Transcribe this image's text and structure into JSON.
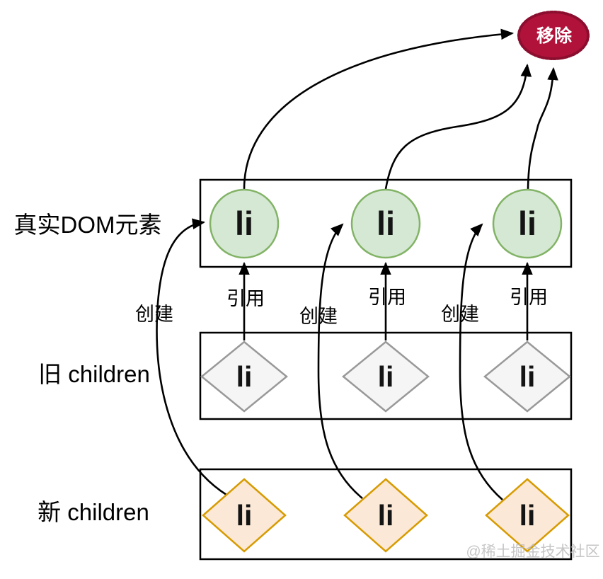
{
  "badge": {
    "label": "移除"
  },
  "rows": {
    "dom": {
      "label": "真实DOM元素",
      "nodes": [
        "li",
        "li",
        "li"
      ]
    },
    "old": {
      "label": "旧 children",
      "nodes": [
        "li",
        "li",
        "li"
      ]
    },
    "new": {
      "label": "新 children",
      "nodes": [
        "li",
        "li",
        "li"
      ]
    }
  },
  "edges": {
    "reference": [
      "引用",
      "引用",
      "引用"
    ],
    "create": [
      "创建",
      "创建",
      "创建"
    ]
  },
  "watermark": "@稀土掘金技术社区",
  "colors": {
    "dom_node_fill": "#d5e8d4",
    "dom_node_stroke": "#82b366",
    "old_node_fill": "#f5f5f5",
    "old_node_stroke": "#999999",
    "new_node_fill": "#fce8d6",
    "new_node_stroke": "#d79b00",
    "badge_fill": "#b1123a",
    "badge_stroke": "#8c0e2f",
    "arrow": "#000000",
    "box_stroke": "#000000",
    "watermark": "#b9b9b9"
  }
}
